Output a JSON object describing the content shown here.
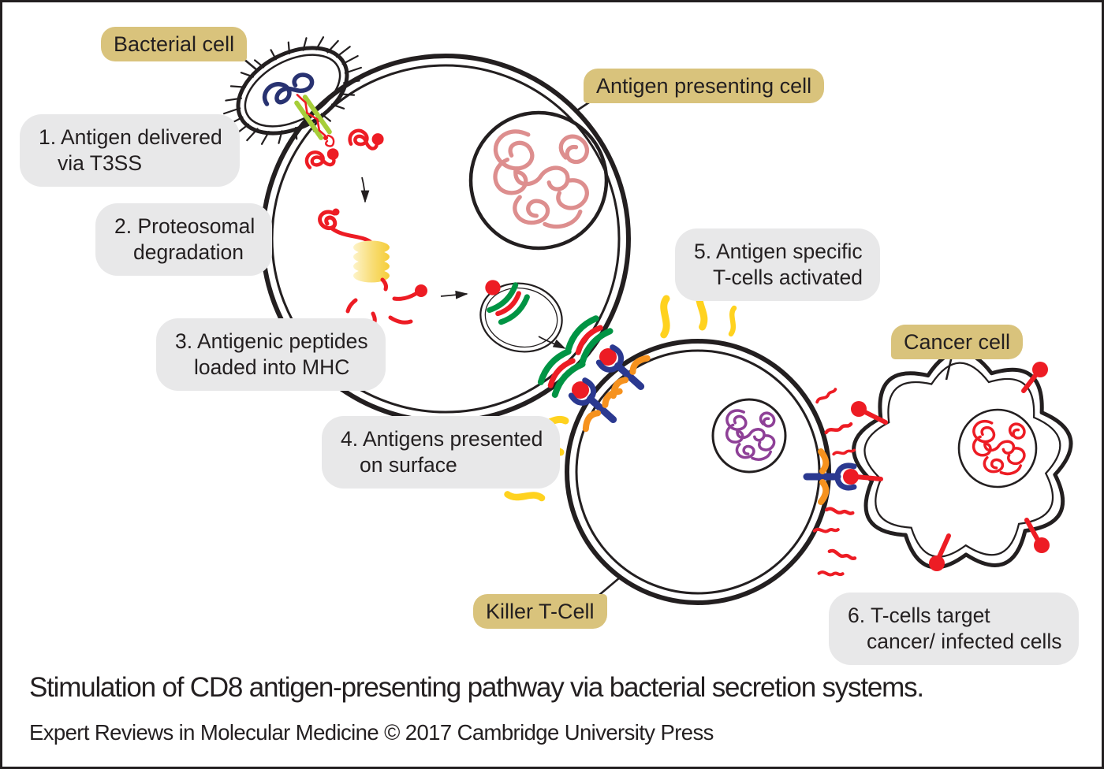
{
  "labels": {
    "bacterial": "Bacterial cell",
    "apc": "Antigen presenting cell",
    "cancer": "Cancer cell",
    "killer": "Killer T-Cell"
  },
  "steps": [
    {
      "line1": "1. Antigen delivered",
      "line2": "via T3SS"
    },
    {
      "line1": "2. Proteosomal",
      "line2": "degradation"
    },
    {
      "line1": "3. Antigenic peptides",
      "line2": "loaded into MHC"
    },
    {
      "line1": "4. Antigens presented",
      "line2": "on surface"
    },
    {
      "line1": "5. Antigen specific",
      "line2": "T-cells activated"
    },
    {
      "line1": "6. T-cells target",
      "line2": "cancer/ infected cells"
    }
  ],
  "caption": {
    "title": "Stimulation of CD8 antigen-presenting pathway via bacterial secretion systems.",
    "credit": "Expert Reviews in Molecular Medicine © 2017 Cambridge University Press"
  },
  "colors": {
    "outline_black": "#231f20",
    "tag_background": "#d9c37c",
    "step_background": "#e8e8e9",
    "antigen_red": "#ed1c24",
    "mhc_green": "#009444",
    "tcr_navy": "#2b3990",
    "coreceptor_orange": "#f6921e",
    "t3ss_lime": "#a6ce39",
    "activation_yellow": "#ffd21f",
    "apc_dna_salmon": "#dd8e8e",
    "tcell_dna_purple": "#8e4097",
    "bacterial_dna_navy": "#283271",
    "proteasome_yellow": "#f6cf3f"
  }
}
